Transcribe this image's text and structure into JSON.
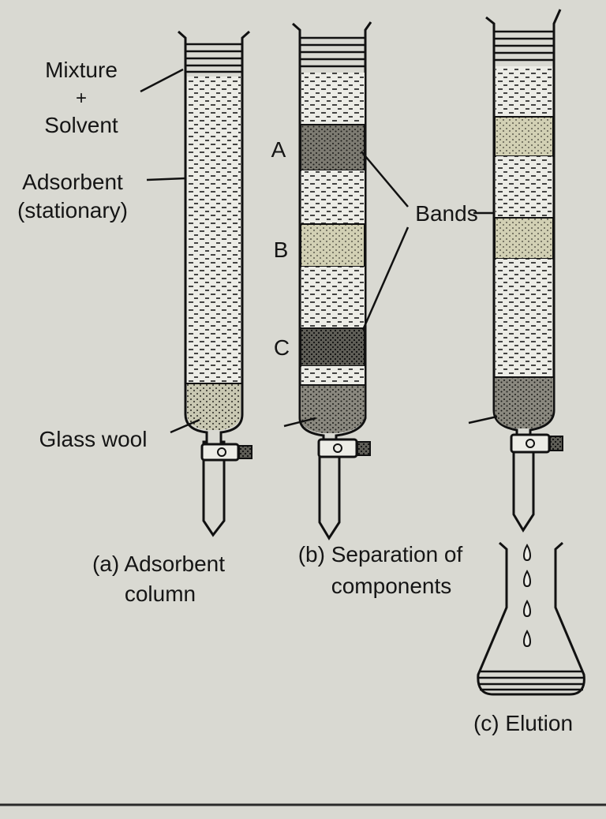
{
  "labels": {
    "mixture": "Mixture",
    "plus": "+",
    "solvent": "Solvent",
    "adsorbent_line1": "Adsorbent",
    "adsorbent_line2": "(stationary)",
    "glass_wool": "Glass wool",
    "band_a": "A",
    "band_b": "B",
    "band_c": "C",
    "bands": "Bands"
  },
  "captions": {
    "a_line1": "(a) Adsorbent",
    "a_line2": "column",
    "b_line1": "(b) Separation of",
    "b_line2": "components",
    "c_line1": "(c) Elution"
  },
  "colors": {
    "paper": "#d9d9d2",
    "ink": "#151515",
    "column_fill": "#ecece6",
    "light_band": "#d2d0b4",
    "dark_band": "#7d7b72",
    "darker_band": "#5f5e57"
  }
}
